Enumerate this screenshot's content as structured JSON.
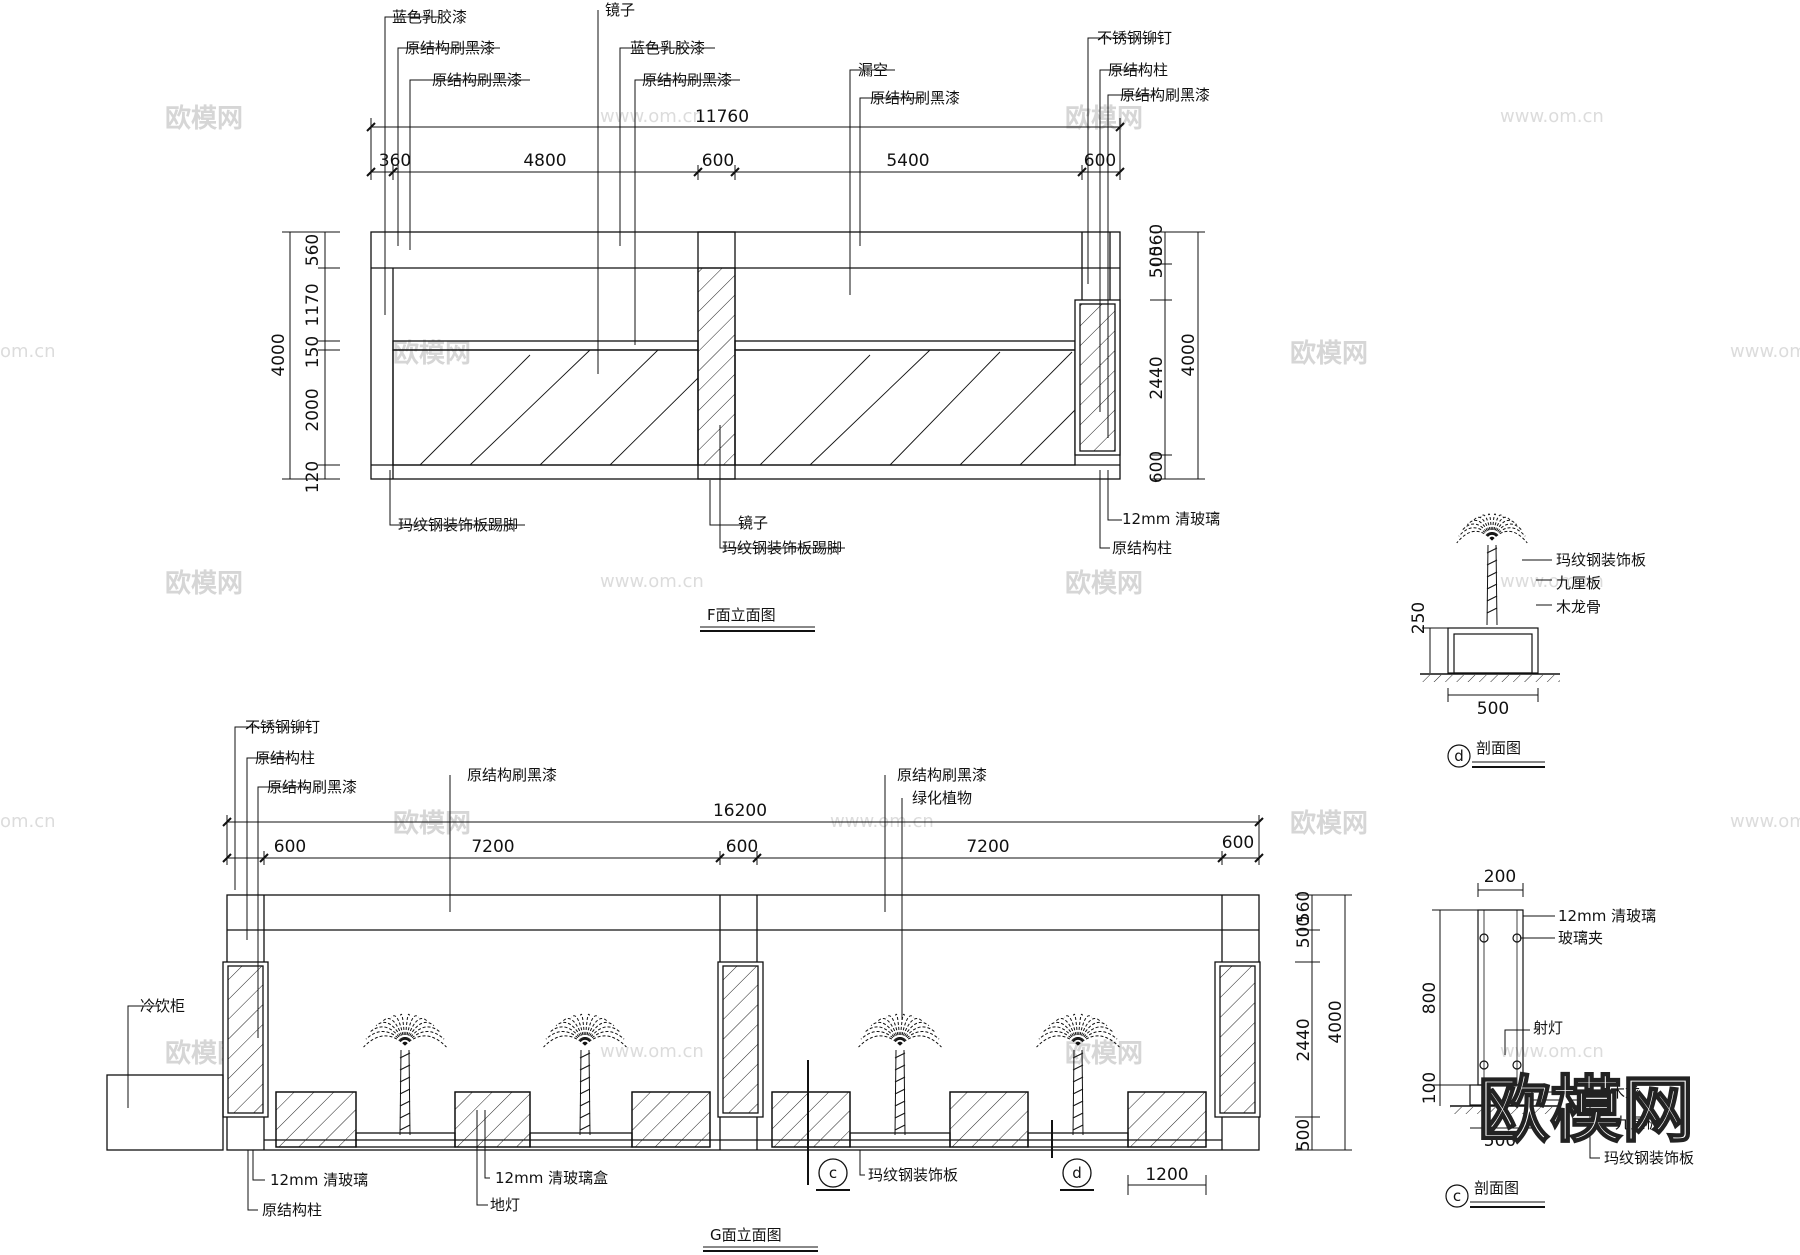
{
  "watermark": {
    "brand": "欧模网",
    "url": "www.om.cn",
    "url_cut": "om.cn"
  },
  "f_view": {
    "title": "F面立面图",
    "top_dims": {
      "total": "11760",
      "d1": "360",
      "d2": "4800",
      "d3": "600",
      "d4": "5400",
      "d5": "600"
    },
    "left_dims": {
      "total": "4000",
      "d1": "560",
      "d2": "1170",
      "d3": "150",
      "d4": "2000",
      "d5": "120"
    },
    "right_dims": {
      "total": "4000",
      "d1": "500",
      "d2": "560",
      "d3": "2440",
      "d4": "600"
    },
    "labels": {
      "blue_latex_1": "蓝色乳胶漆",
      "black_paint_1": "原结构刷黑漆",
      "black_paint_2": "原结构刷黑漆",
      "mirror_top": "镜子",
      "blue_latex_2": "蓝色乳胶漆",
      "black_paint_3": "原结构刷黑漆",
      "hollow": "漏空",
      "black_paint_4": "原结构刷黑漆",
      "rivet": "不锈钢铆钉",
      "column_r": "原结构柱",
      "black_paint_5": "原结构刷黑漆",
      "steel_skirting_1": "玛纹钢装饰板踢脚",
      "mirror_bottom": "镜子",
      "steel_skirting_2": "玛纹钢装饰板踢脚",
      "glass_12": "12mm 清玻璃",
      "column_r2": "原结构柱"
    }
  },
  "g_view": {
    "title": "G面立面图",
    "top_dims": {
      "total": "16200",
      "d1": "600",
      "d2": "7200",
      "d3": "600",
      "d4": "7200",
      "d5": "600"
    },
    "right_dims": {
      "total": "4000",
      "d1": "500",
      "d2": "560",
      "d3": "2440",
      "d4": "500"
    },
    "bottom_dim": "1200",
    "markers": {
      "c": "c",
      "d": "d"
    },
    "labels": {
      "rivet": "不锈钢铆钉",
      "column": "原结构柱",
      "black_paint_1": "原结构刷黑漆",
      "black_paint_2": "原结构刷黑漆",
      "black_paint_3": "原结构刷黑漆",
      "greenery": "绿化植物",
      "cooler": "冷饮柜",
      "glass_12": "12mm 清玻璃",
      "column_b": "原结构柱",
      "glass_box": "12mm 清玻璃盒",
      "floor_light": "地灯",
      "steel_panel": "玛纹钢装饰板"
    }
  },
  "section_d": {
    "marker": "d",
    "title": "剖面图",
    "dims": {
      "h": "250",
      "w": "500"
    },
    "labels": {
      "steel_panel": "玛纹钢装饰板",
      "plywood": "九厘板",
      "wood_keel": "木龙骨"
    }
  },
  "section_c": {
    "marker": "c",
    "title": "剖面图",
    "dims": {
      "top": "200",
      "h1": "800",
      "h2": "100",
      "w": "500"
    },
    "labels": {
      "glass_12": "12mm 清玻璃",
      "glass_clip": "玻璃夹",
      "spotlight": "射灯",
      "wood_keel_cut": "木龙",
      "plywood_cut": "九厘板",
      "steel_panel": "玛纹钢装饰板"
    }
  }
}
